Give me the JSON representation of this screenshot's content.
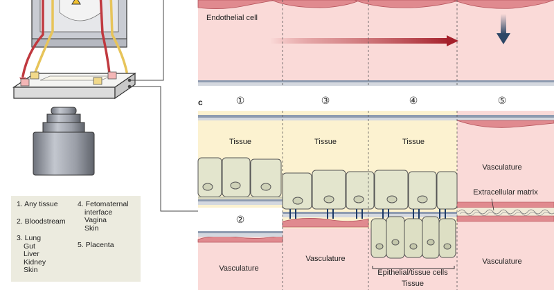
{
  "panel_b": {
    "endothelial_label": "Endothelial cell"
  },
  "panel_c": {
    "panel_letter": "c",
    "columns": [
      "①",
      "③",
      "④",
      "⑤"
    ],
    "tissue_labels": [
      "Tissue",
      "Tissue",
      "Tissue"
    ],
    "vasculature_labels": [
      "Vasculature",
      "Vasculature",
      "Vasculature",
      "Vasculature"
    ],
    "gap_marker": "②",
    "ecm_label": "Extracellular matrix",
    "epithelial_label": "Epithelial/tissue cells",
    "bottom_tissue_label": "Tissue"
  },
  "legend": {
    "col1": [
      {
        "main": "1. Any tissue",
        "sub": []
      },
      {
        "main": "2. Bloodstream",
        "sub": []
      },
      {
        "main": "3. Lung",
        "sub": [
          "Gut",
          "Liver",
          "Kidney",
          "Skin"
        ]
      }
    ],
    "col2": [
      {
        "main": "4. Fetomaternal",
        "sub": [
          "interface",
          "Vagina",
          "Skin"
        ]
      },
      {
        "main": "5. Placenta",
        "sub": []
      }
    ]
  },
  "colors": {
    "tissue_bg": "#fcf2d0",
    "vasculature_bg": "#fadad8",
    "endothelial_cell": "#e08a8f",
    "membrane": "#8e9bb0",
    "flow_arrow": "#b72b35",
    "down_arrow": "#2d4766",
    "epithelial_cell": "#e3e5cd",
    "legend_bg": "#ecebdf"
  }
}
